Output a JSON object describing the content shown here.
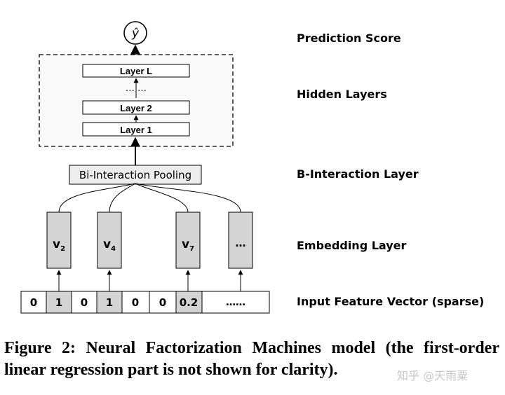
{
  "diagram": {
    "output_symbol": "ŷ",
    "hidden_layers": [
      "Layer L",
      "… …",
      "Layer 2",
      "Layer 1"
    ],
    "pooling_label": "Bi-Interaction Pooling",
    "embeddings": [
      {
        "main": "v",
        "sub": "2"
      },
      {
        "main": "v",
        "sub": "4"
      },
      {
        "main": "v",
        "sub": "7"
      },
      {
        "main": "…",
        "sub": ""
      }
    ],
    "input_cells": [
      {
        "value": "0",
        "shaded": false
      },
      {
        "value": "1",
        "shaded": true
      },
      {
        "value": "0",
        "shaded": false
      },
      {
        "value": "1",
        "shaded": true
      },
      {
        "value": "0",
        "shaded": false
      },
      {
        "value": "0",
        "shaded": false
      },
      {
        "value": "0.2",
        "shaded": true
      },
      {
        "value": "……",
        "shaded": false
      }
    ]
  },
  "side_labels": {
    "prediction": "Prediction Score",
    "hidden": "Hidden Layers",
    "interaction": "B-Interaction Layer",
    "embedding": "Embedding Layer",
    "input": "Input Feature Vector (sparse)"
  },
  "caption": "Figure 2: Neural Factorization Machines model (the first-order linear regression part is not shown for clarity).",
  "watermark": "知乎 @天雨粟",
  "colors": {
    "shaded": "#d4d4d4",
    "stroke": "#000000",
    "pooling_fill": "#ededed"
  }
}
